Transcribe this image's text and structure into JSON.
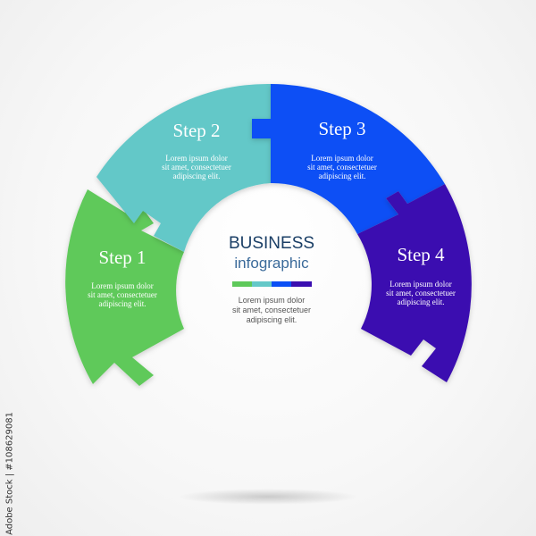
{
  "center": {
    "title": "BUSINESS",
    "subtitle": "infographic",
    "text_lines": [
      "Lorem ipsum dolor",
      "sit amet, consectetuer",
      "adipiscing elit."
    ],
    "color_bar": [
      "#5ec95a",
      "#64c8c8",
      "#0a4ff5",
      "#3a0eb0"
    ]
  },
  "steps": [
    {
      "label": "Step 1",
      "color": "#5ec95a",
      "text_lines": [
        "Lorem ipsum dolor",
        "sit amet, consectetuer",
        "adipiscing elit."
      ]
    },
    {
      "label": "Step 2",
      "color": "#64c8c8",
      "text_lines": [
        "Lorem ipsum dolor",
        "sit amet, consectetuer",
        "adipiscing elit."
      ]
    },
    {
      "label": "Step 3",
      "color": "#0a4ff5",
      "text_lines": [
        "Lorem ipsum dolor",
        "sit amet, consectetuer",
        "adipiscing elit."
      ]
    },
    {
      "label": "Step 4",
      "color": "#3a0eb0",
      "text_lines": [
        "Lorem ipsum dolor",
        "sit amet, consectetuer",
        "adipiscing elit."
      ]
    }
  ],
  "credit": "Adobe Stock | #108629081"
}
